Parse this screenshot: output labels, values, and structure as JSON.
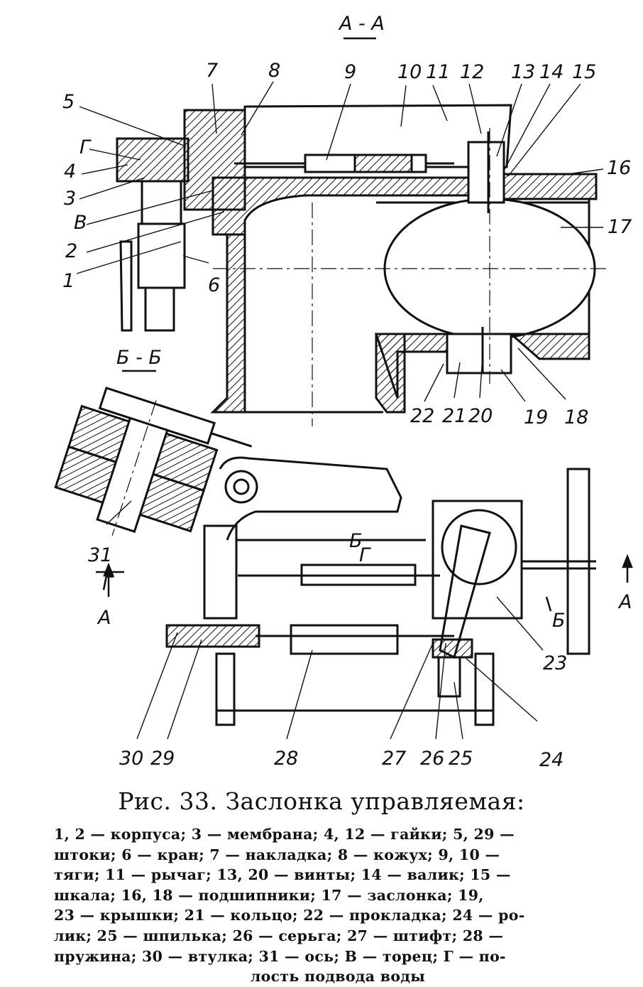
{
  "labels": {
    "section_aa": "А - А",
    "section_bb": "Б - Б",
    "n1": "1",
    "n2": "2",
    "n3": "3",
    "n4": "4",
    "n5": "5",
    "n6": "6",
    "n7": "7",
    "n8": "8",
    "n9": "9",
    "n10": "10",
    "n11": "11",
    "n12": "12",
    "n13": "13",
    "n14": "14",
    "n15": "15",
    "n16": "16",
    "n17": "17",
    "n18": "18",
    "n19": "19",
    "n20": "20",
    "n21": "21",
    "n22": "22",
    "n23": "23",
    "n24": "24",
    "n25": "25",
    "n26": "26",
    "n27": "27",
    "n28": "28",
    "n29": "29",
    "n30": "30",
    "n31": "31",
    "g_top": "Г",
    "v": "В",
    "g_view": "Г",
    "a_left": "А",
    "a_right": "А",
    "b_mid": "Б",
    "g_mid": "Г",
    "b_right": "Б"
  },
  "caption": "Рис. 33. Заслонка управляемая:",
  "legend": {
    "l1": "1, 2 — корпуса; 3 — мембрана; 4, 12 — гайки; 5, 29 —",
    "l2": "штоки; 6 — кран; 7 — накладка; 8 — кожух; 9, 10 —",
    "l3": "тяги; 11 — рычаг; 13, 20 — винты; 14 — валик; 15 —",
    "l4": "шкала; 16, 18 — подшипники; 17 — заслонка; 19,",
    "l5": "23 — крышки; 21 — кольцо; 22 — прокладка; 24 — ро-",
    "l6": "лик; 25 — шпилька; 26 — серьга; 27 — штифт; 28 —",
    "l7": "пружина; 30 — втулка; 31 — ось; В — торец; Г — по-",
    "l8": "лость подвода воды"
  }
}
